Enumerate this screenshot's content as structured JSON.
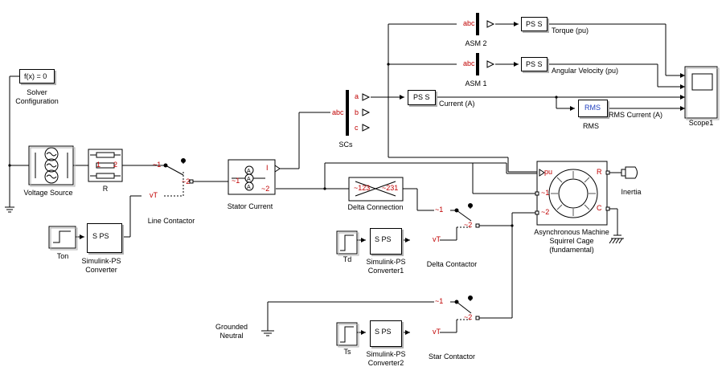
{
  "labels": {
    "solver_block": "f(x) = 0",
    "solver": "Solver\nConfiguration",
    "voltage_source": "Voltage Source",
    "r": "R",
    "line_contactor": "Line Contactor",
    "ton": "Ton",
    "converter": "Simulink-PS\nConverter",
    "stator_current": "Stator Current",
    "scs": "SCs",
    "asm2": "ASM 2",
    "asm1": "ASM 1",
    "torque": "Torque (pu)",
    "angular_velocity": "Angular Velocity (pu)",
    "current": "Current (A)",
    "rms": "RMS",
    "rms_current": "RMS Current (A)",
    "scope1": "Scope1",
    "delta_connection": "Delta Connection",
    "delta_contactor": "Delta Contactor",
    "td": "Td",
    "converter1": "Simulink-PS\nConverter1",
    "machine": "Asynchronous Machine\nSquirrel Cage\n(fundamental)",
    "inertia": "Inertia",
    "grounded_neutral": "Grounded\nNeutral",
    "ts": "Ts",
    "converter2": "Simulink-PS\nConverter2",
    "star_contactor": "Star Contactor"
  },
  "block_text": {
    "ps_s": "PS S",
    "s_ps": "S PS",
    "rms": "RMS",
    "abc": "abc",
    "a": "a",
    "b": "b",
    "c": "c",
    "pu": "pu",
    "R": "R",
    "C": "C",
    "I": "I",
    "tilde1": "~1",
    "tilde2": "~2",
    "one": "1",
    "two": "2",
    "vT": "vT",
    "delta1": "~123",
    "delta2": "~231"
  },
  "colors": {
    "wire": "#000000",
    "port_red": "#c00000",
    "block_shadow": "#b0b0b0",
    "rms_text": "#1f3fbf"
  }
}
